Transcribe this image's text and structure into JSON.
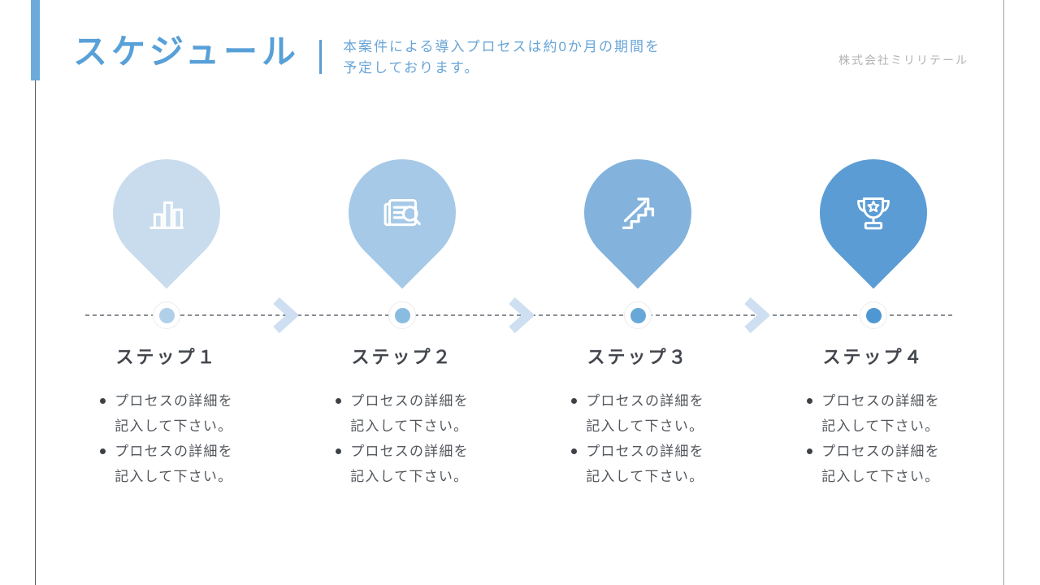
{
  "slide": {
    "title": "スケジュール",
    "subtitle": [
      "本案件による導入プロセスは約0か月の期間を",
      "予定しております。"
    ],
    "company": "株式会社ミリリテール"
  },
  "colors": {
    "accent_blue": "#5b9cd6",
    "title_blue": "#58a0d8",
    "subtitle_blue": "#69a5d7",
    "company_gray": "#b3b3b3",
    "label_dark": "#43474d",
    "body_text": "#53575c",
    "dash_gray": "#8b9096",
    "chevron_blue": "#cddff0",
    "pin_colors": [
      "#c9dcee",
      "#a6c9e7",
      "#83b3dc",
      "#5b9cd5"
    ],
    "dot_colors": [
      "#b0d0e9",
      "#8abce1",
      "#68a8d9",
      "#4f97d2"
    ]
  },
  "steps": [
    {
      "label": "ステップ１",
      "icon": "bar-chart-icon",
      "bullets": [
        [
          "プロセスの詳細を",
          "記入して下さい。"
        ],
        [
          "プロセスの詳細を",
          "記入して下さい。"
        ]
      ]
    },
    {
      "label": "ステップ２",
      "icon": "document-search-icon",
      "bullets": [
        [
          "プロセスの詳細を",
          "記入して下さい。"
        ],
        [
          "プロセスの詳細を",
          "記入して下さい。"
        ]
      ]
    },
    {
      "label": "ステップ３",
      "icon": "stairs-growth-icon",
      "bullets": [
        [
          "プロセスの詳細を",
          "記入して下さい。"
        ],
        [
          "プロセスの詳細を",
          "記入して下さい。"
        ]
      ]
    },
    {
      "label": "ステップ４",
      "icon": "trophy-icon",
      "bullets": [
        [
          "プロセスの詳細を",
          "記入して下さい。"
        ],
        [
          "プロセスの詳細を",
          "記入して下さい。"
        ]
      ]
    }
  ]
}
